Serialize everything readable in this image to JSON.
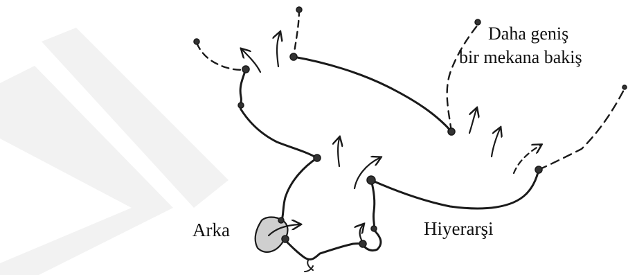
{
  "labels": {
    "daha_genis": "Daha geniş",
    "bir_mekana_bakis": "bir mekana bakiş",
    "arka": "Arka",
    "hiyerarsi": "Hiyerarşi"
  },
  "colors": {
    "ink": "#1a1a1a",
    "watermark": "#f1f1f1",
    "blob_fill": "#cfcfcf",
    "node": "#333333"
  }
}
